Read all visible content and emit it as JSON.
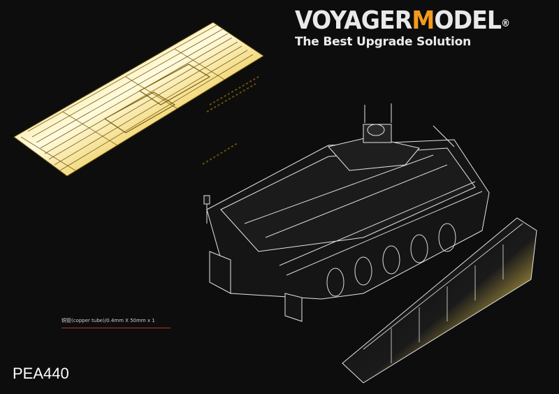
{
  "brand": {
    "logo_prefix": "VOYAGER",
    "logo_accent": "M",
    "logo_suffix": "ODEL",
    "registered": "®",
    "tagline": "The Best Upgrade Solution"
  },
  "part_caption": "铜管(copper tube)/0.4mm X 50mm x 1",
  "product_code": "PEA440",
  "colors": {
    "background": "#0d0d0d",
    "accent": "#f39a1e",
    "fret": "#e2c24a",
    "fret_highlight": "#fdf6c2",
    "line_art": "#e6e6e6"
  }
}
